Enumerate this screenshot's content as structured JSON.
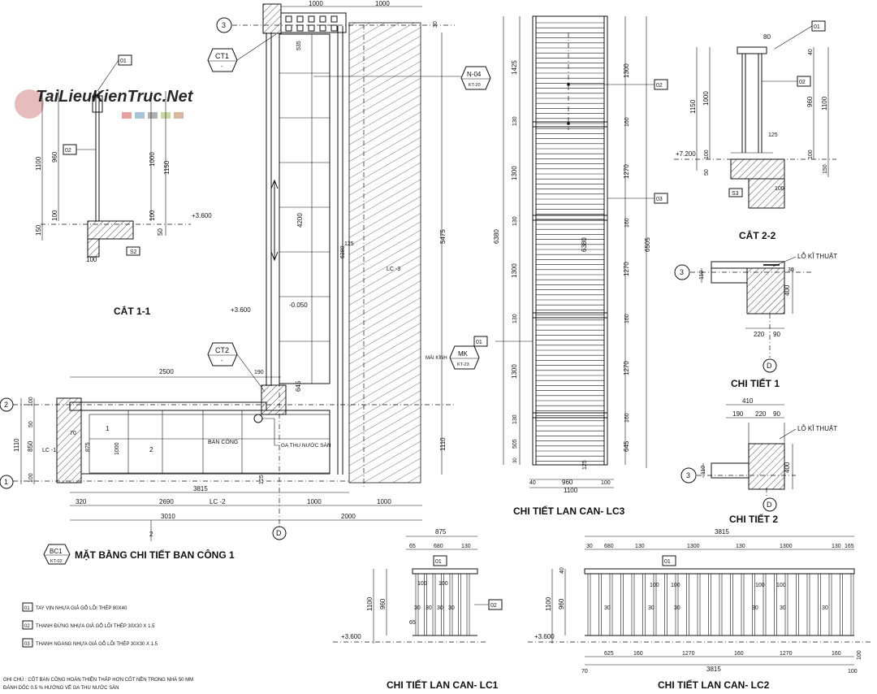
{
  "watermark": "TaiLieuKienTruc.Net",
  "titles": {
    "section_1": "CẮT 1-1",
    "section_2": "CẮT 2-2",
    "plan": "MẶT BẰNG CHI TIẾT BAN CÔNG 1",
    "lc3": "CHI TIẾT LAN CAN- LC3",
    "detail_1": "CHI TIẾT 1",
    "detail_2": "CHI TIẾT 2",
    "lc1": "CHI TIẾT LAN CAN- LC1",
    "lc2": "CHI TIẾT LAN CAN- LC2"
  },
  "legend": [
    {
      "num": "01",
      "text": "TAY VỊN NHỰA GIẢ GỖ LÕI THÉP 80X40"
    },
    {
      "num": "02",
      "text": "THANH ĐỨNG NHỰA GIẢ GỖ LÕI THÉP 30X30 X 1.5"
    },
    {
      "num": "03",
      "text": "THANH NGANG NHỰA GIẢ GỖ LÕI THÉP 30X30 X 1.5"
    }
  ],
  "notes": {
    "line1": "GHI CHÚ : CỐT BAN CÔNG HOÀN THIỆN THẤP HƠN CỐT NỀN TRONG NHÀ 50 MM",
    "line2": "ĐÁNH DỐC 0.5 % HƯỚNG VỀ GA THU NƯỚC SÀN"
  },
  "labels": {
    "ban_cong": "BAN CÔNG",
    "ga_thu": "GA THU NƯỚC SÀN",
    "mai_kinh": "MÁI KÍNH",
    "lo_ki_thuat": "LỖ KĨ THUẬT",
    "lc1": "LC -1",
    "lc2": "LC -2",
    "lc3": "LC -3"
  },
  "tags": {
    "ct1": "CT1",
    "ct2": "CT2",
    "n04": "N-04",
    "n04_sub": "KT-20",
    "mk": "MK",
    "mk_sub": "KT-23",
    "bc1": "BC1",
    "bc1_sub": "KT-02",
    "s2": "S2",
    "s3": "S3",
    "dash": "-"
  },
  "levels": {
    "l3600": "+3.600",
    "l7200": "+7.200",
    "lm0050": "-0.050"
  },
  "axes": {
    "a1": "1",
    "a2": "2",
    "a3": "3",
    "aD": "D"
  },
  "dims": {
    "sec1": [
      "1100",
      "960",
      "100",
      "150",
      "1000",
      "1150",
      "50",
      "100",
      "80"
    ],
    "plan_bottom": [
      "320",
      "2690",
      "1000",
      "1000",
      "3815",
      "3010",
      "2000",
      "125"
    ],
    "plan_left": [
      "1110",
      "850",
      "50",
      "70",
      "100",
      "875",
      "1000"
    ],
    "plan_top": [
      "2500",
      "190",
      "1000",
      "1000",
      "645",
      "4200",
      "125",
      "5475",
      "1110",
      "6380",
      "535",
      "30"
    ],
    "lc3_left": [
      "6380",
      "1425",
      "130",
      "1300",
      "130",
      "1300",
      "130",
      "1300",
      "130",
      "505",
      "30"
    ],
    "lc3_right": [
      "1300",
      "160",
      "1270",
      "160",
      "1270",
      "160",
      "1270",
      "160",
      "645",
      "6505",
      "6380"
    ],
    "lc3_bottom": [
      "40",
      "960",
      "100",
      "1100",
      "125"
    ],
    "sec2": [
      "80",
      "1150",
      "1000",
      "960",
      "1100",
      "125",
      "100",
      "100",
      "50",
      "150",
      "40",
      "100"
    ],
    "det1": [
      "30",
      "110",
      "400",
      "220",
      "90"
    ],
    "det2": [
      "410",
      "190",
      "220",
      "90",
      "110",
      "400"
    ],
    "lc1": [
      "875",
      "65",
      "680",
      "130",
      "1100",
      "960",
      "100",
      "30",
      "65"
    ],
    "lc2": [
      "3815",
      "30",
      "680",
      "130",
      "1300",
      "130",
      "1300",
      "130",
      "165",
      "1100",
      "960",
      "40",
      "100",
      "30",
      "625",
      "160",
      "1270",
      "160",
      "1270",
      "160",
      "70",
      "3815",
      "100"
    ]
  },
  "callouts": [
    "01",
    "02",
    "03"
  ]
}
